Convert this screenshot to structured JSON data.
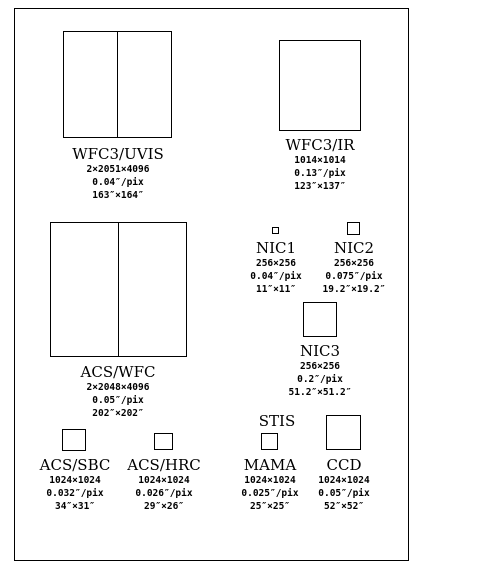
{
  "detectors": {
    "wfc3_uvis": {
      "name": "WFC3/UVIS",
      "format": "2×2051×4096",
      "scale": "0.04″/pix",
      "fov": "163″×164″"
    },
    "wfc3_ir": {
      "name": "WFC3/IR",
      "format": "1014×1014",
      "scale": "0.13″/pix",
      "fov": "123″×137″"
    },
    "acs_wfc": {
      "name": "ACS/WFC",
      "format": "2×2048×4096",
      "scale": "0.05″/pix",
      "fov": "202″×202″"
    },
    "nic1": {
      "name": "NIC1",
      "format": "256×256",
      "scale": "0.04″/pix",
      "fov": "11″×11″"
    },
    "nic2": {
      "name": "NIC2",
      "format": "256×256",
      "scale": "0.075″/pix",
      "fov": "19.2″×19.2″"
    },
    "nic3": {
      "name": "NIC3",
      "format": "256×256",
      "scale": "0.2″/pix",
      "fov": "51.2″×51.2″"
    },
    "acs_sbc": {
      "name": "ACS/SBC",
      "format": "1024×1024",
      "scale": "0.032″/pix",
      "fov": "34″×31″"
    },
    "acs_hrc": {
      "name": "ACS/HRC",
      "format": "1024×1024",
      "scale": "0.026″/pix",
      "fov": "29″×26″"
    },
    "stis_group": "STIS",
    "stis_mama": {
      "name": "MAMA",
      "format": "1024×1024",
      "scale": "0.025″/pix",
      "fov": "25″×25″"
    },
    "stis_ccd": {
      "name": "CCD",
      "format": "1024×1024",
      "scale": "0.05″/pix",
      "fov": "52″×52″"
    }
  }
}
